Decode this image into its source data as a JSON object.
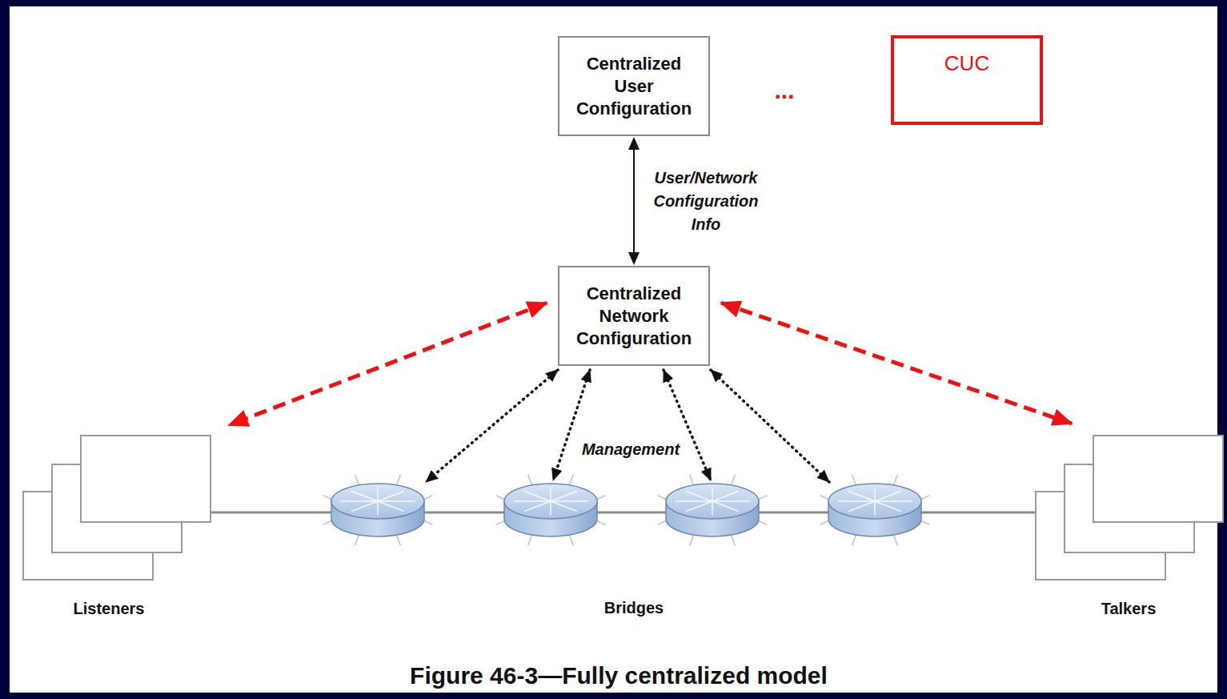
{
  "diagram": {
    "caption": "Figure 46-3—Fully centralized model",
    "nodes": [
      {
        "text": [
          "Centralized User Configuration"
        ]
      },
      {
        "text": [
          "CUC"
        ]
      },
      {
        "text": [
          "Centralized Network Configuration"
        ]
      },
      {
        "text": [
          "Listeners"
        ]
      },
      {
        "text": [
          "Talkers"
        ]
      }
    ],
    "edges": [
      {
        "from": 0,
        "to": 2,
        "arrow": "both",
        "label": "User/Network Configuration Info"
      },
      {
        "from": 2,
        "to": 3,
        "arrow": "both"
      },
      {
        "from": 2,
        "to": 4,
        "arrow": "both"
      }
    ],
    "labels": [
      "...",
      "Management",
      "Bridges"
    ]
  }
}
